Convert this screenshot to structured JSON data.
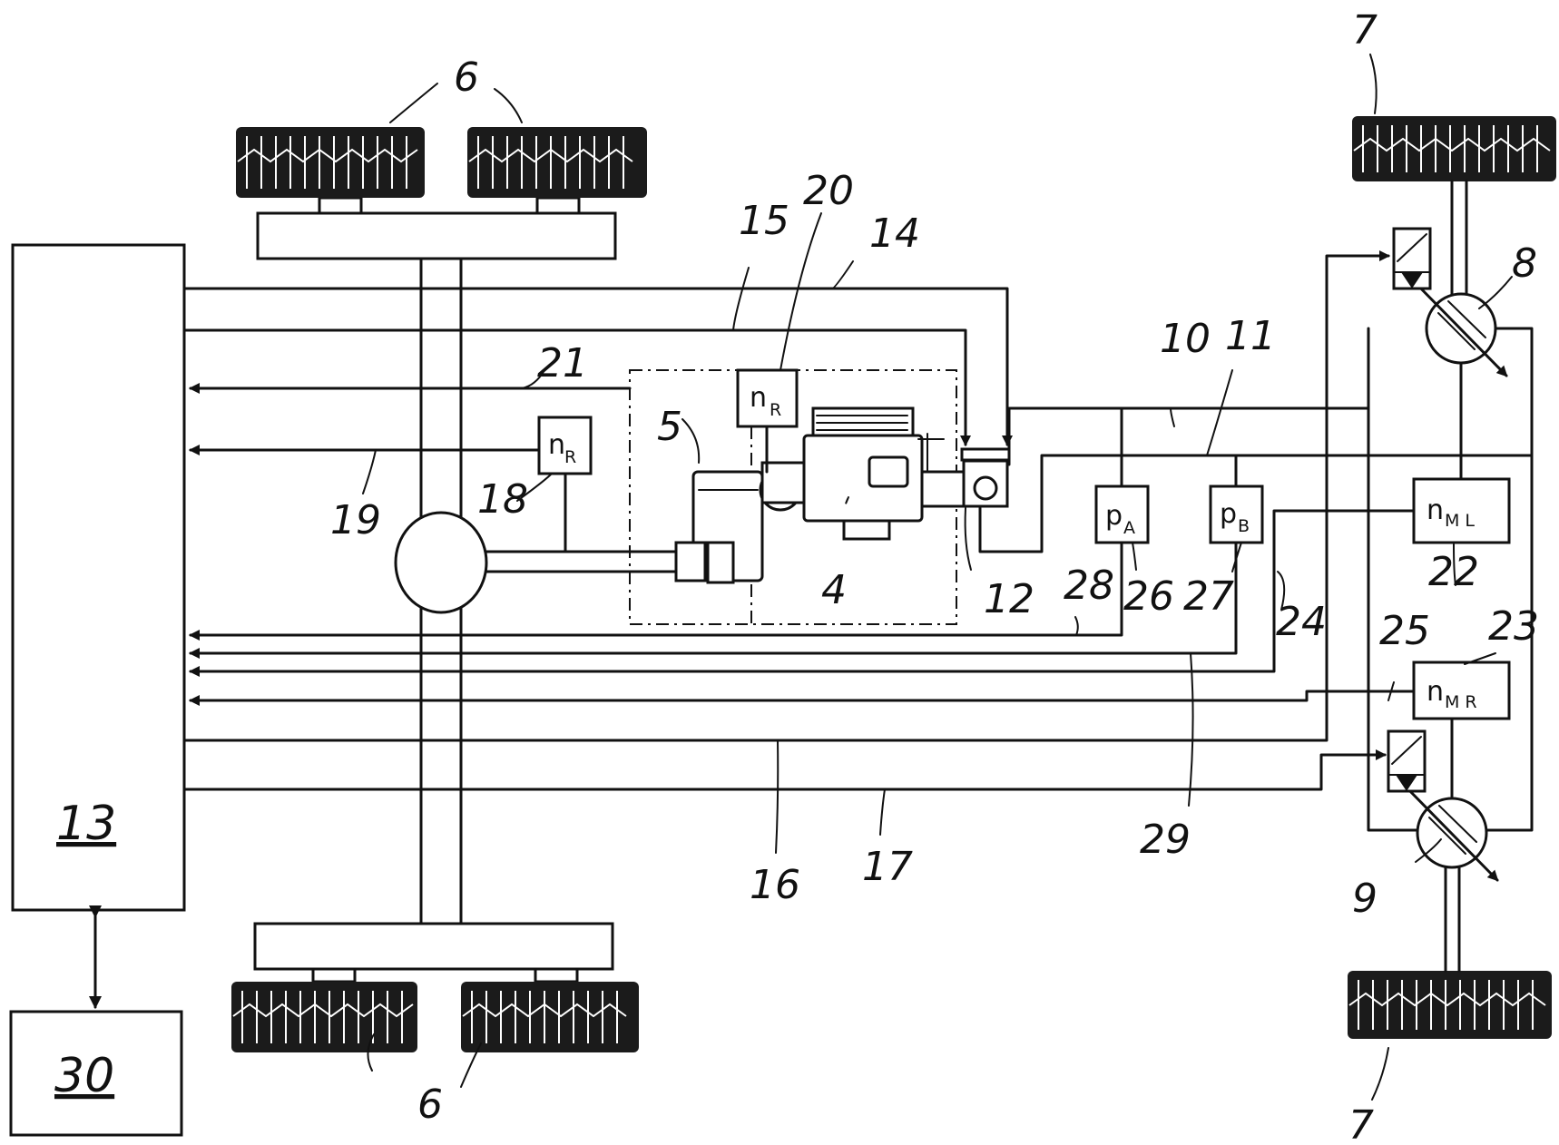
{
  "diagram": {
    "labels": {
      "n6a": "6",
      "n6b": "6",
      "n7a": "7",
      "n7b": "7",
      "n8": "8",
      "n9": "9",
      "n5": "5",
      "n4": "4",
      "n10": "10",
      "n11": "11",
      "n12": "12",
      "n13": "13",
      "n14": "14",
      "n15": "15",
      "n16": "16",
      "n17": "17",
      "n18": "18",
      "n19": "19",
      "n20": "20",
      "n21": "21",
      "n22": "22",
      "n23": "23",
      "n24": "24",
      "n25": "25",
      "n26": "26",
      "n27": "27",
      "n28": "28",
      "n29": "29",
      "n30": "30"
    },
    "sensors": {
      "nR1": {
        "main": "n",
        "sub": "R"
      },
      "nR2": {
        "main": "n",
        "sub": "R"
      },
      "pA": {
        "main": "p",
        "sub": "A"
      },
      "pB": {
        "main": "p",
        "sub": "B"
      },
      "nML": {
        "main": "n",
        "sub": "M L"
      },
      "nMR": {
        "main": "n",
        "sub": "M R"
      }
    }
  }
}
